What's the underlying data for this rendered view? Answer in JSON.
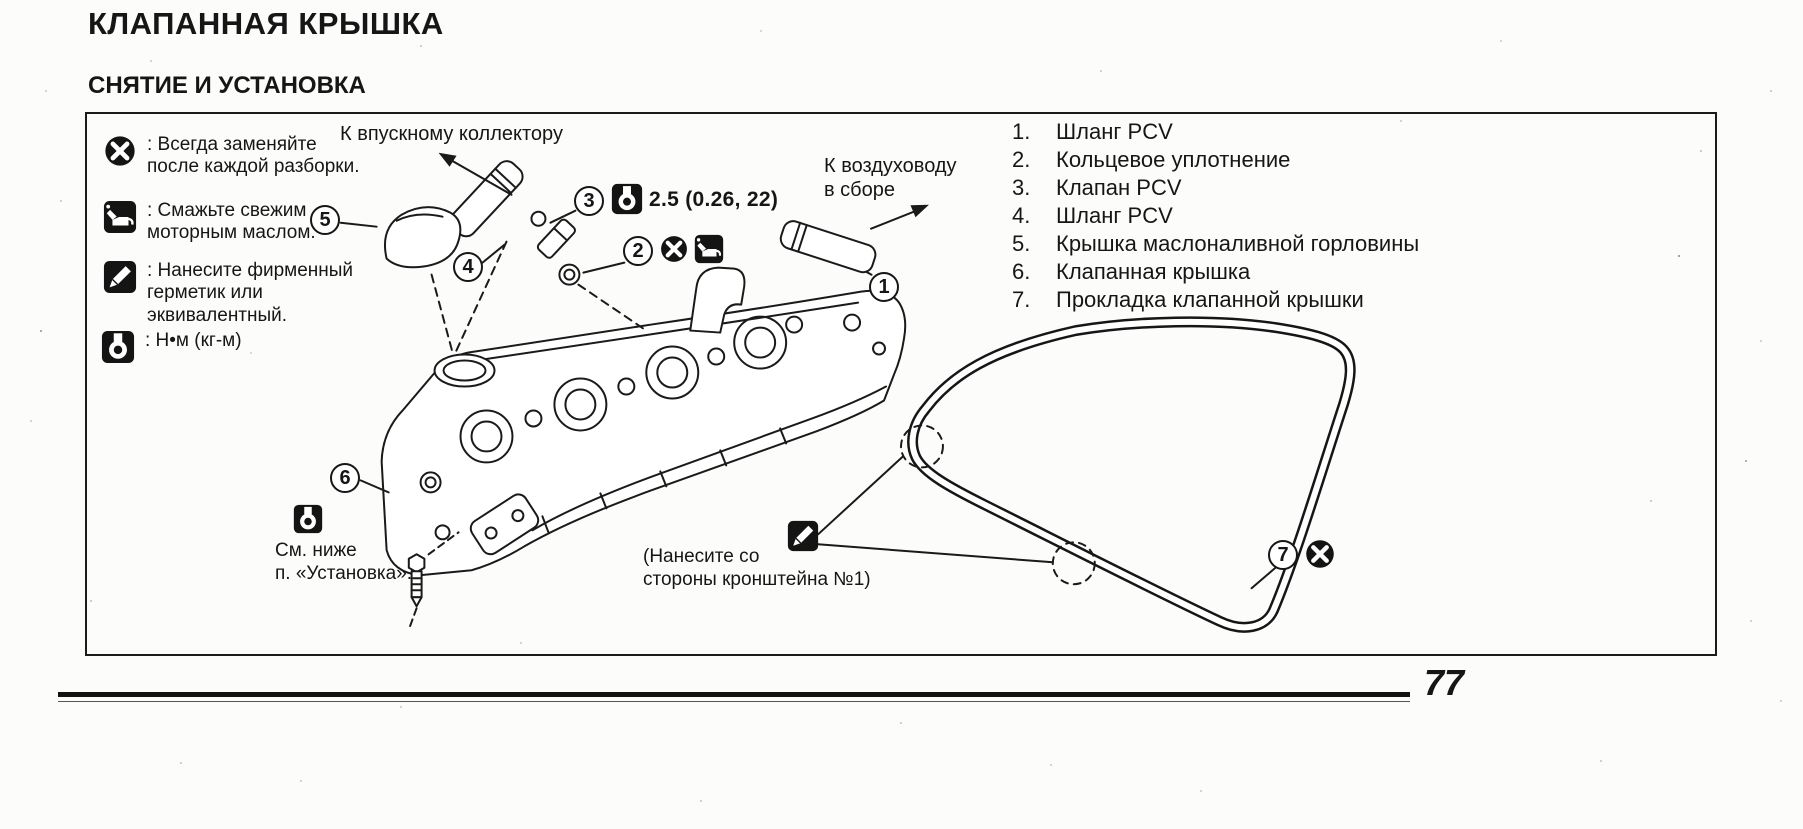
{
  "page": {
    "title": "КЛАПАННАЯ КРЫШКА",
    "subtitle": "СНЯТИЕ И УСТАНОВКА",
    "page_number": "77"
  },
  "legend": {
    "items": [
      {
        "icon": "always-replace-icon",
        "label": ": Всегда заменяйте\nпосле каждой разборки."
      },
      {
        "icon": "oil-icon",
        "label": ": Смажьте свежим\nмоторным маслом."
      },
      {
        "icon": "sealant-icon",
        "label": ": Нанесите фирменный\nгерметик или эквивалентный."
      },
      {
        "icon": "torque-icon",
        "label": ": Н•м  (кг-м)"
      }
    ]
  },
  "diagram": {
    "labels": {
      "to_intake_manifold": "К впускному коллектору",
      "to_air_duct": "К воздуховоду\nв сборе",
      "torque_spec": "2.5 (0.26, 22)",
      "see_below": "См. ниже\nп. «Установка».",
      "sealant_note": "(Нанесите со\nстороны кронштейна №1)"
    },
    "callout_numbers": [
      "1",
      "2",
      "3",
      "4",
      "5",
      "6",
      "7"
    ]
  },
  "parts": [
    {
      "num": "1.",
      "name": "Шланг PCV"
    },
    {
      "num": "2.",
      "name": "Кольцевое уплотнение"
    },
    {
      "num": "3.",
      "name": "Клапан PCV"
    },
    {
      "num": "4.",
      "name": "Шланг PCV"
    },
    {
      "num": "5.",
      "name": "Крышка маслоналивной горловины"
    },
    {
      "num": "6.",
      "name": "Клапанная крышка"
    },
    {
      "num": "7.",
      "name": "Прокладка клапанной крышки"
    }
  ],
  "colors": {
    "ink": "#1a1a1a",
    "paper": "#fcfcfb"
  }
}
